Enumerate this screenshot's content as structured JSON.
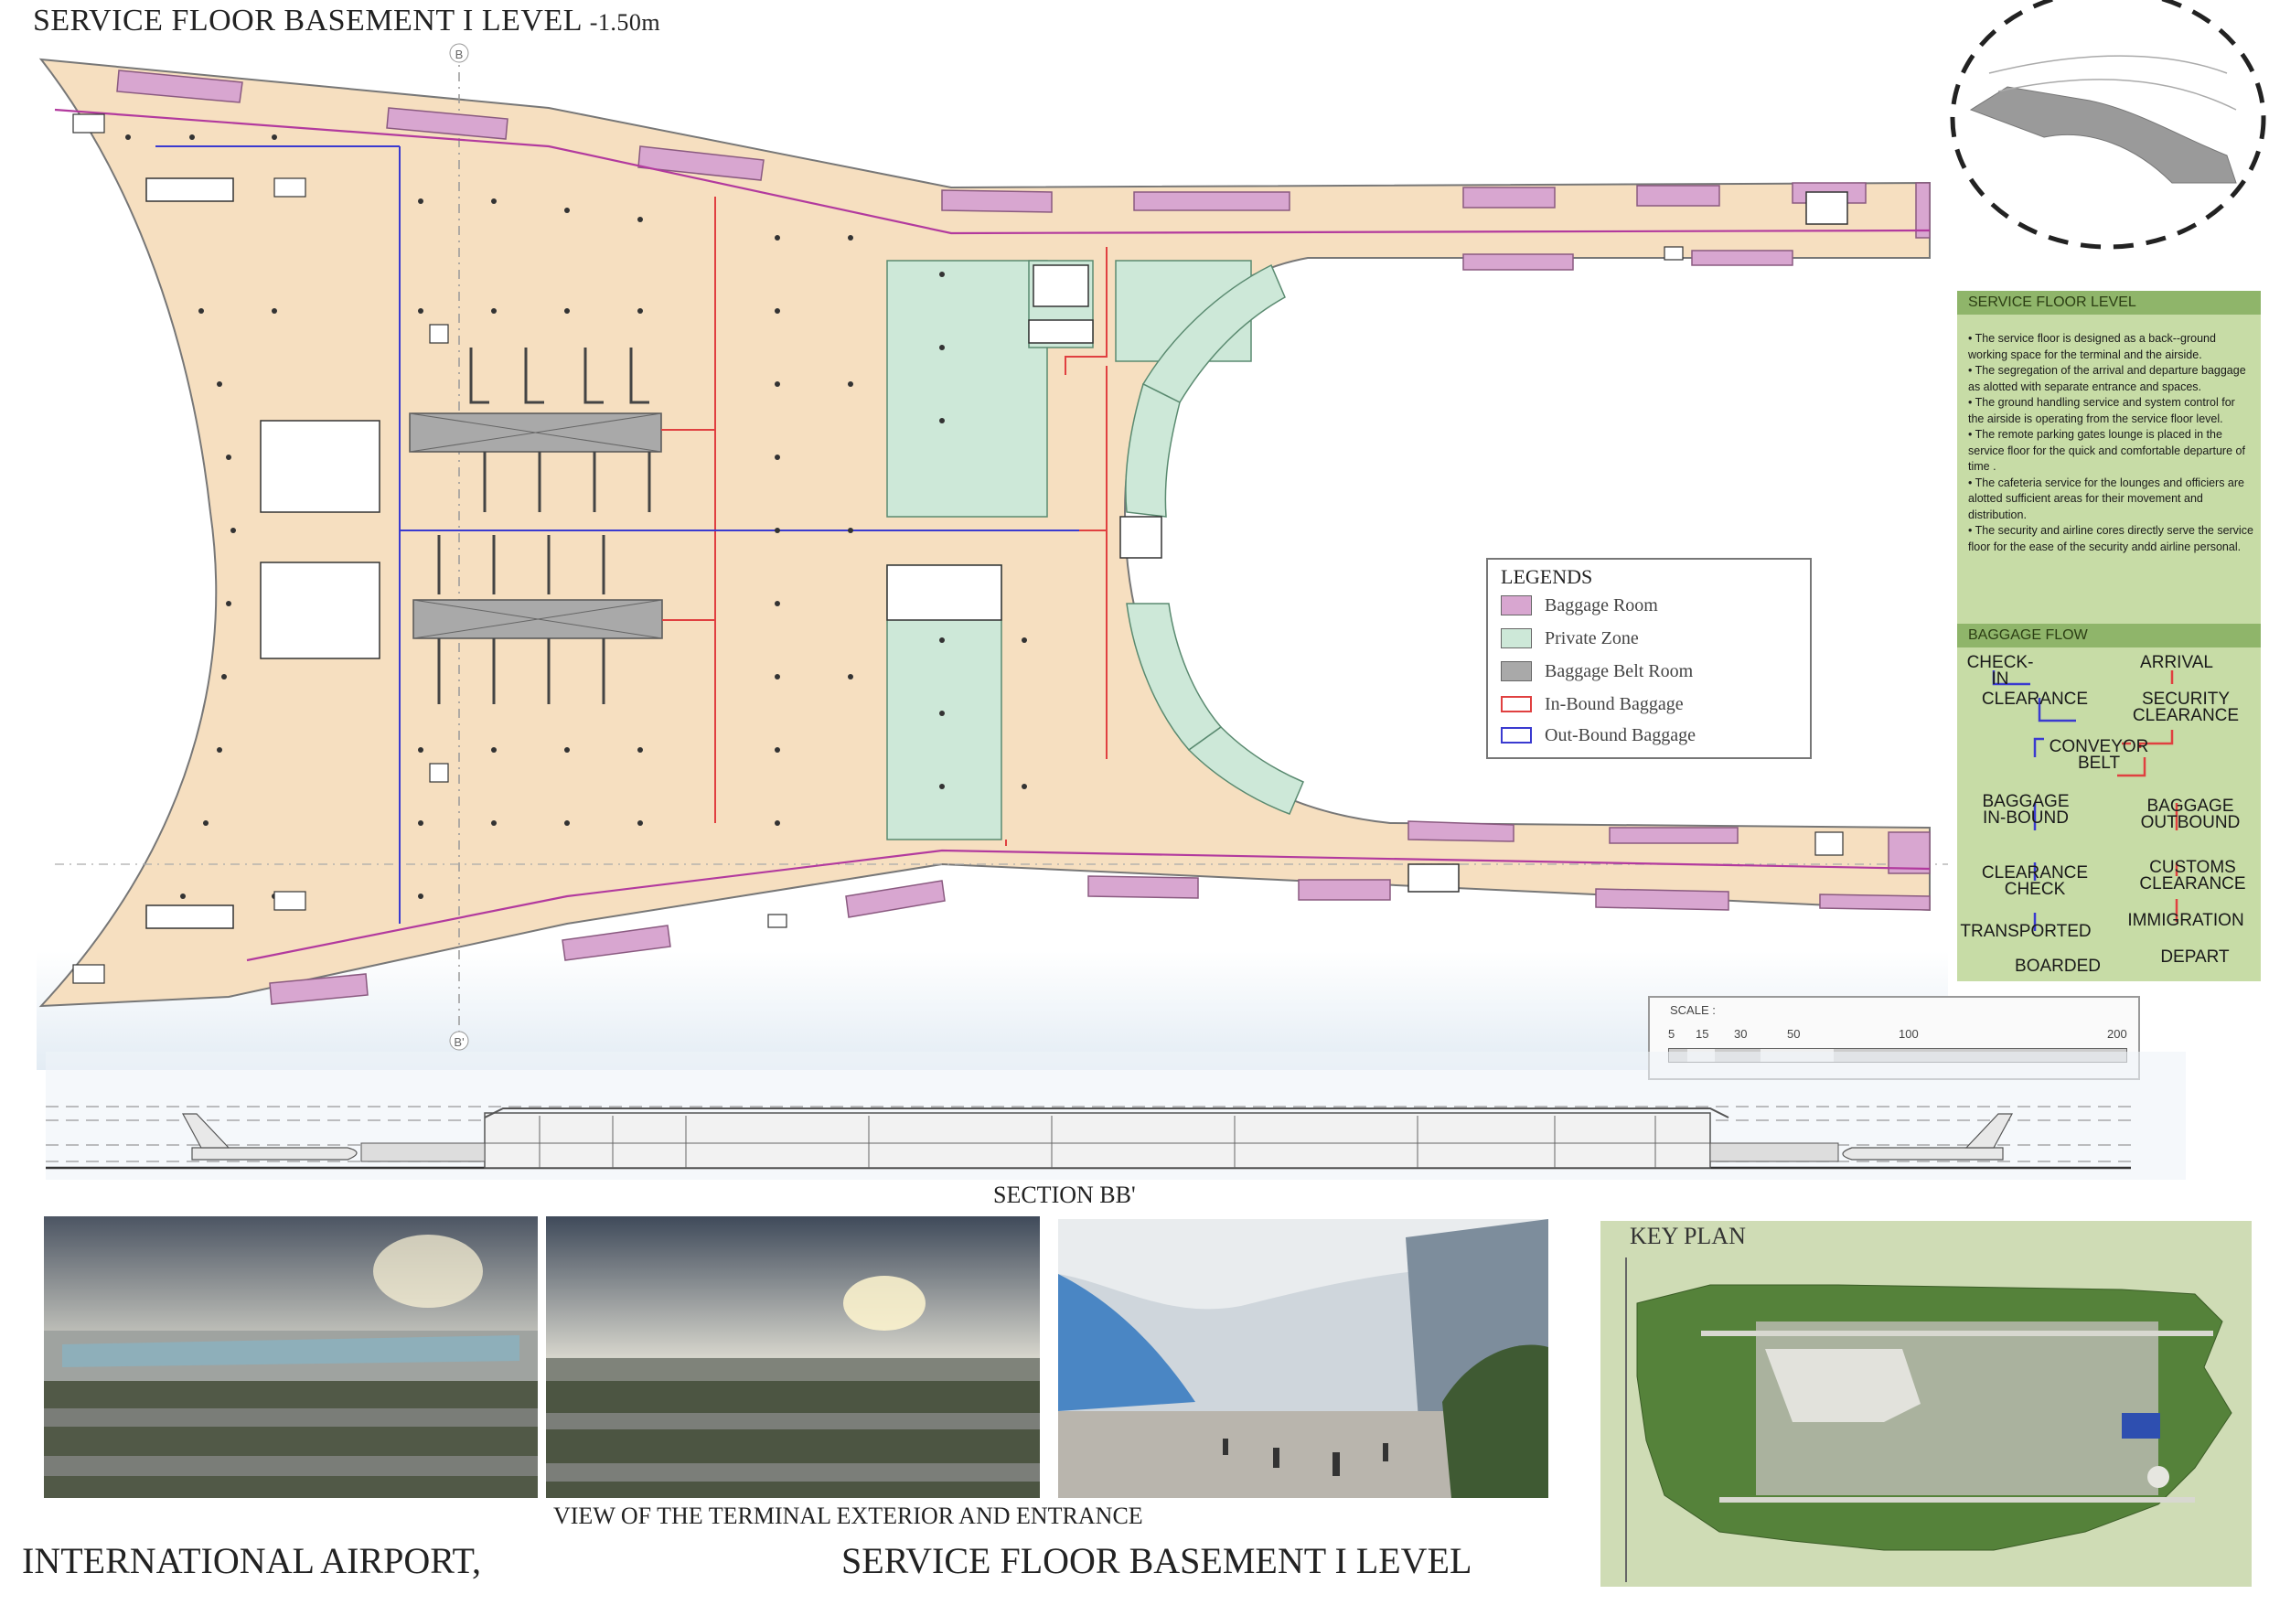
{
  "title_top": {
    "main": "SERVICE FLOOR BASEMENT I LEVEL",
    "level": "-1.50m"
  },
  "axis_markers": {
    "top": "B",
    "bottom": "B'"
  },
  "legend": {
    "title": "LEGENDS",
    "items": [
      {
        "label": "Baggage Room",
        "color": "#d8a6d0"
      },
      {
        "label": "Private Zone",
        "color": "#cde8d8"
      },
      {
        "label": "Baggage Belt Room",
        "color": "#a9a9a9"
      },
      {
        "label": "In-Bound Baggage",
        "color": "#e04040"
      },
      {
        "label": "Out-Bound Baggage",
        "color": "#3a3ad0"
      }
    ]
  },
  "info_panel": {
    "heading": "SERVICE FLOOR LEVEL",
    "paragraphs": [
      "• The service floor is designed as a back--ground working space for the terminal and the airside.",
      "• The segregation of the arrival and departure baggage as alotted with separate entrance and spaces.",
      "• The ground handling service and system control for the airside is operating from the service floor level.",
      "• The remote parking gates lounge is placed in the service floor for the quick and comfortable departure of time .",
      "• The cafeteria service for the lounges and officiers are alotted sufficient areas for their movement and distribution.",
      "• The security and airline cores directly serve the service floor for the ease of the security andd airline personal."
    ],
    "flow_heading": "BAGGAGE FLOW",
    "flow": {
      "check_in": "CHECK-IN",
      "clearance": "CLEARANCE",
      "conveyor": "CONVEYOR BELT",
      "inbound": "BAGGAGE IN-BOUND",
      "clearance_check": "CLEARANCE CHECK",
      "transported": "TRANSPORTED",
      "boarded": "BOARDED",
      "arrival": "ARRIVAL",
      "security": "SECURITY CLEARANCE",
      "outbound": "BAGGAGE OUTBOUND",
      "customs": "CUSTOMS CLEARANCE",
      "immigration": "IMMIGRATION",
      "depart": "DEPART"
    }
  },
  "scale": {
    "label": "SCALE :",
    "ticks": [
      "5",
      "15",
      "30",
      "50",
      "100",
      "200"
    ]
  },
  "section_label": "SECTION BB'",
  "views_caption": "VIEW OF THE TERMINAL EXTERIOR AND ENTRANCE",
  "keyplan_title": "KEY PLAN",
  "bottom_left": "INTERNATIONAL AIRPORT,",
  "bottom_right": "SERVICE FLOOR BASEMENT I LEVEL",
  "colors": {
    "floor": "#f6dfc0",
    "private_zone": "#cde8d8",
    "baggage_room": "#d8a6d0",
    "belt_room": "#a9a9a9",
    "inbound": "#e04040",
    "outbound": "#3a3ad0",
    "panel_bg": "#c7dca6",
    "panel_head": "#8fb56a"
  }
}
